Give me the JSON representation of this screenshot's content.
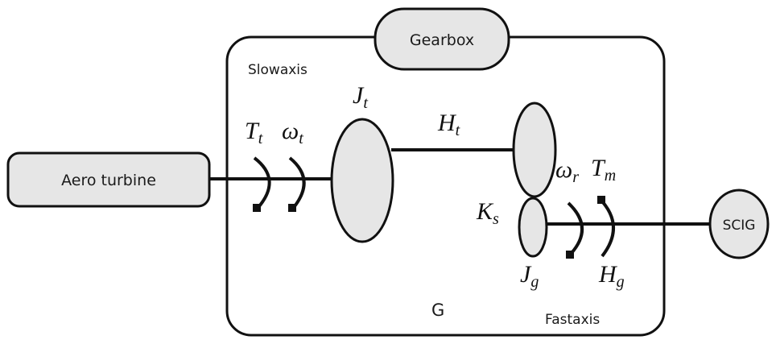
{
  "blocks": {
    "gearbox": "Gearbox",
    "aero_turbine": "Aero turbine",
    "scig": "SCIG"
  },
  "labels": {
    "slow_axis": "Slowaxis",
    "fast_axis": "Fastaxis",
    "g": "G"
  },
  "symbols": {
    "Tt": {
      "base": "T",
      "sub": "t"
    },
    "wt": {
      "base": "ω",
      "sub": "t"
    },
    "Jt": {
      "base": "J",
      "sub": "t"
    },
    "Ht": {
      "base": "H",
      "sub": "t"
    },
    "wr": {
      "base": "ω",
      "sub": "r"
    },
    "Tm": {
      "base": "T",
      "sub": "m"
    },
    "Ks": {
      "base": "K",
      "sub": "s"
    },
    "Jg": {
      "base": "J",
      "sub": "g"
    },
    "Hg": {
      "base": "H",
      "sub": "g"
    }
  },
  "colors": {
    "fill": "#e6e6e6",
    "stroke": "#111111",
    "background": "#ffffff"
  }
}
